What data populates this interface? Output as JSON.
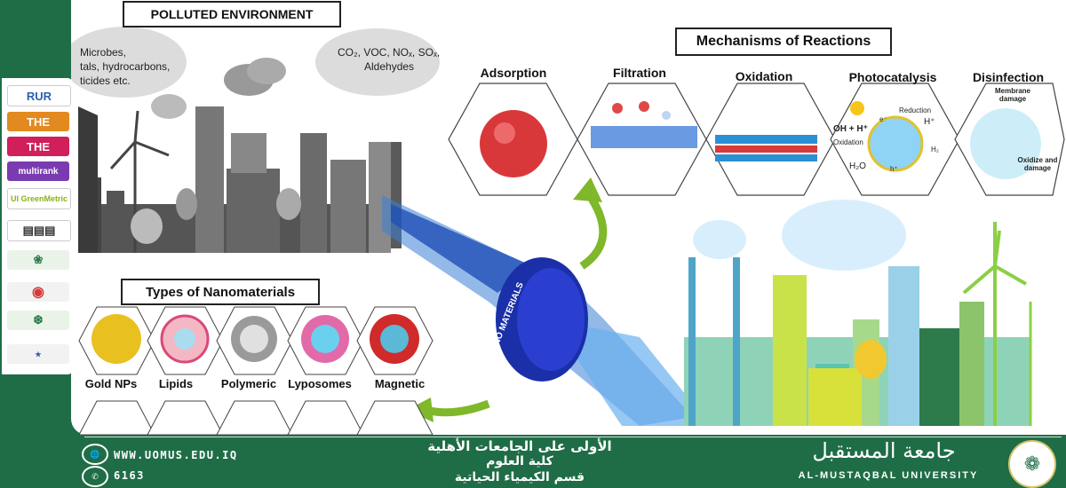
{
  "polluted": {
    "title": "POLLUTED ENVIRONMENT",
    "cloud_left": [
      "Microbes,",
      "tals, hydrocarbons,",
      "ticides etc."
    ],
    "cloud_right_gases": "CO₂, VOC, NOₓ, SOₓ,",
    "cloud_right_aldehydes": "Aldehydes"
  },
  "mechanisms": {
    "title": "Mechanisms of Reactions",
    "items": [
      "Adsorption",
      "Filtration",
      "Oxidation",
      "Photocatalysis",
      "Disinfection"
    ],
    "photocatalysis_labels": {
      "oh": "OH + H⁺",
      "oxidation": "Oxidation",
      "h2o": "H₂O",
      "reduction": "Reduction",
      "hplus": "H⁺",
      "h2": "H₂",
      "eminus": "e⁻",
      "hplus2": "h⁺"
    },
    "disinfection_labels": {
      "membrane": "Membrane damage",
      "oxidize": "Oxidize and damage"
    }
  },
  "nanomaterials": {
    "title": "Types of Nanomaterials",
    "items": [
      "Gold NPs",
      "Lipids",
      "Polymeric",
      "Lyposomes",
      "Magnetic"
    ],
    "funnel_label": "NANO MATERIALS"
  },
  "ranking_badges": {
    "rur": "RUR",
    "the": "THE",
    "the_impact": "THE",
    "multirank": "multirank",
    "greenmetric": "UI GreenMetric"
  },
  "footer": {
    "website": "WWW.UOMUS.EDU.IQ",
    "phone": "6163",
    "arabic_line1": "الأولى على الجامعات الأهلية",
    "arabic_line2": "كلية العلوم",
    "arabic_line3": "قسم الكيمياء الحياتية",
    "university_arabic": "جامعة المستقبل",
    "university_english": "AL-MUSTAQBAL UNIVERSITY"
  },
  "colors": {
    "brand_green": "#1f6d47",
    "arrow_green": "#7fb82a",
    "funnel_blue": "#1a2fa8"
  }
}
